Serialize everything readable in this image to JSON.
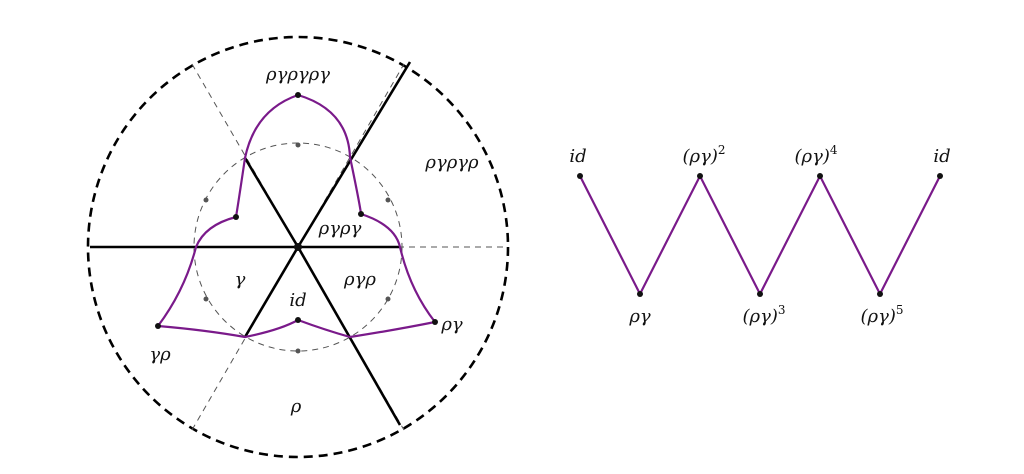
{
  "colors": {
    "path": "#7a1a8a",
    "line": "#000000",
    "guide": "#555555"
  },
  "left_diagram": {
    "labels": {
      "top": "ργργργ",
      "upper_right": "ργργρ",
      "center_upper": "ργργ",
      "left_mid": "γ",
      "center_right": "ργρ",
      "center_id": "id",
      "right": "ργ",
      "left": "γρ",
      "bottom": "ρ"
    }
  },
  "right_diagram": {
    "top": [
      {
        "base": "id",
        "exp": ""
      },
      {
        "base": "(ργ)",
        "exp": "2"
      },
      {
        "base": "(ργ)",
        "exp": "4"
      },
      {
        "base": "id",
        "exp": ""
      }
    ],
    "bottom": [
      {
        "base": "ργ",
        "exp": ""
      },
      {
        "base": "(ργ)",
        "exp": "3"
      },
      {
        "base": "(ργ)",
        "exp": "5"
      }
    ]
  }
}
